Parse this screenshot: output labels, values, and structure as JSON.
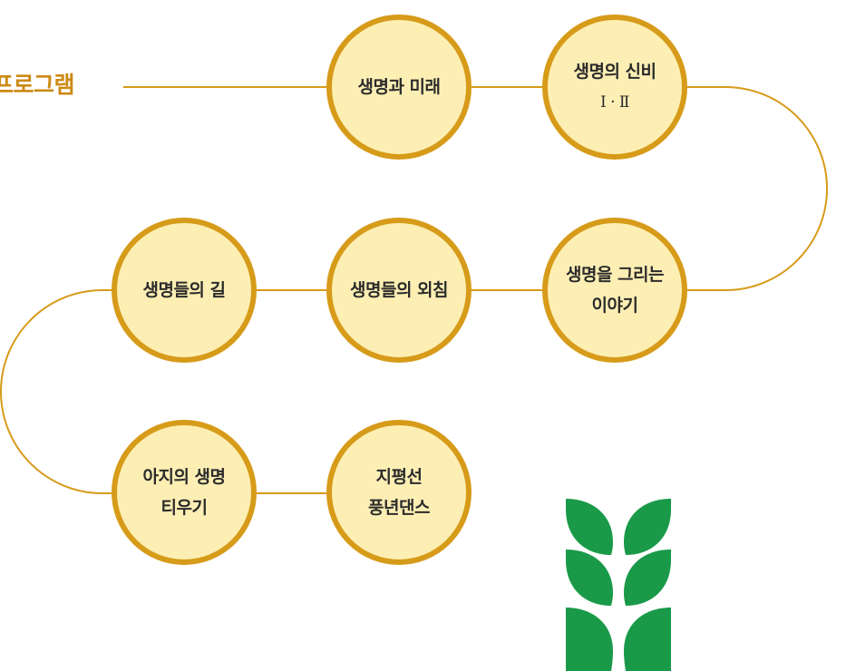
{
  "title": "프로그램",
  "nodes": [
    {
      "lines": [
        "생명과 미래"
      ]
    },
    {
      "lines": [
        "생명의 신비",
        "Ⅰ · Ⅱ"
      ]
    },
    {
      "lines": [
        "생명을 그리는",
        "이야기"
      ]
    },
    {
      "lines": [
        "생명들의 외침"
      ]
    },
    {
      "lines": [
        "생명들의 길"
      ]
    },
    {
      "lines": [
        "아지의 생명",
        "티우기"
      ]
    },
    {
      "lines": [
        "지평선",
        "풍년댄스"
      ]
    }
  ],
  "colors": {
    "accent": "#d79b1a",
    "title": "#cc8a14",
    "node_fill": "#fdefb4",
    "text": "#2b2b2b",
    "leaf": "#1a9a49"
  },
  "icons": [
    "wheat-icon"
  ]
}
